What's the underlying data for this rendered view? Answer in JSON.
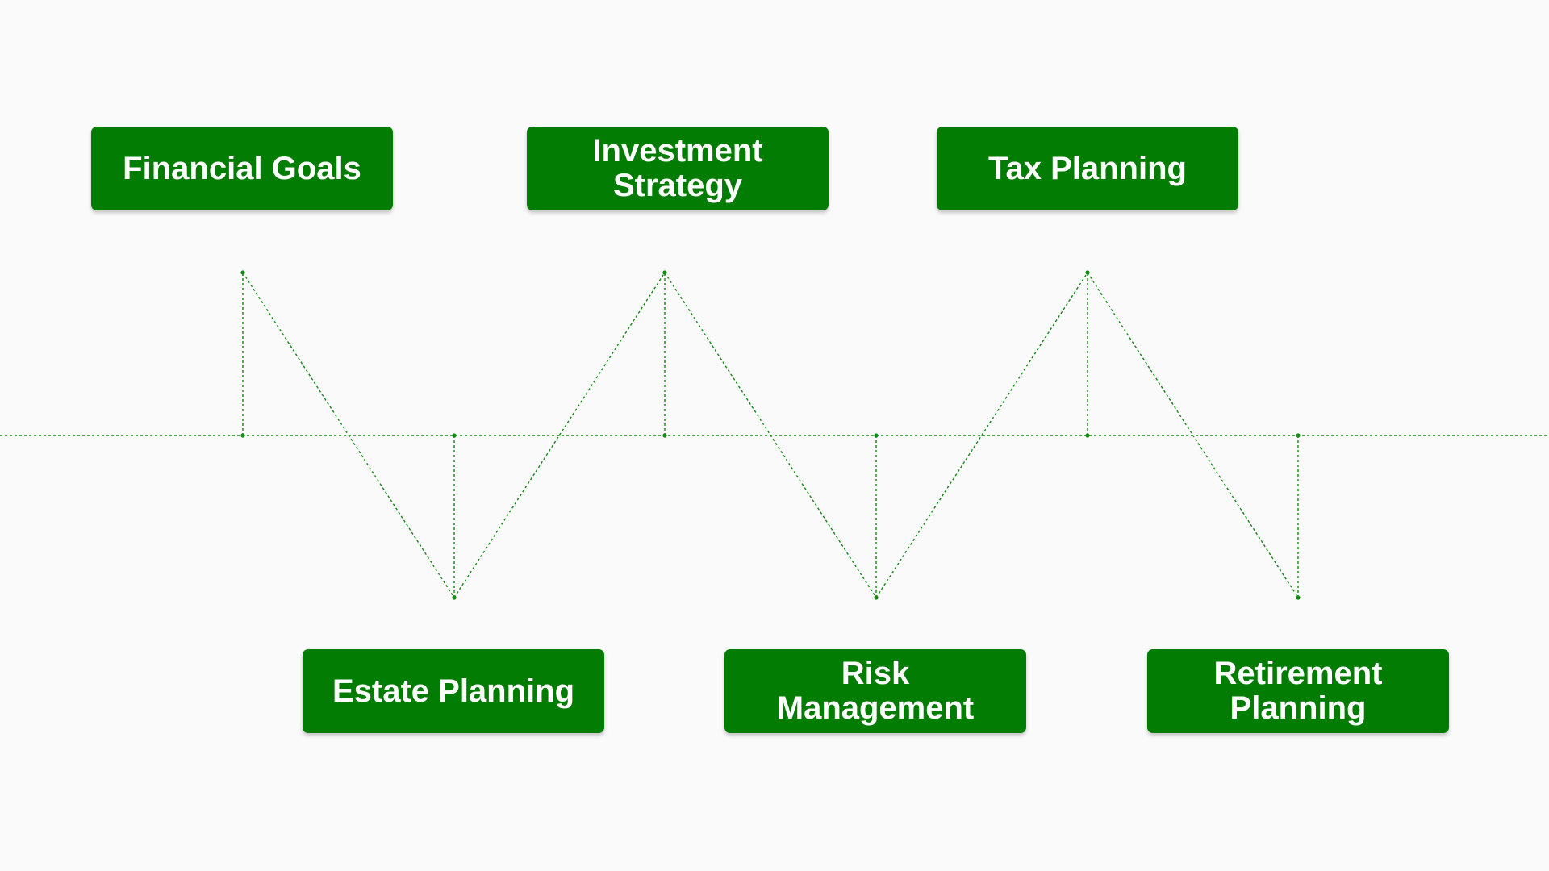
{
  "diagram": {
    "steps": [
      {
        "label": "Financial Goals"
      },
      {
        "label": "Investment Strategy"
      },
      {
        "label": "Tax Planning"
      },
      {
        "label": "Estate Planning"
      },
      {
        "label": "Risk Management"
      },
      {
        "label": "Retirement Planning"
      }
    ],
    "colors": {
      "box_fill": "#037c03",
      "box_text": "#ffffff",
      "connector": "#138a13",
      "background": "#fafafa"
    }
  }
}
